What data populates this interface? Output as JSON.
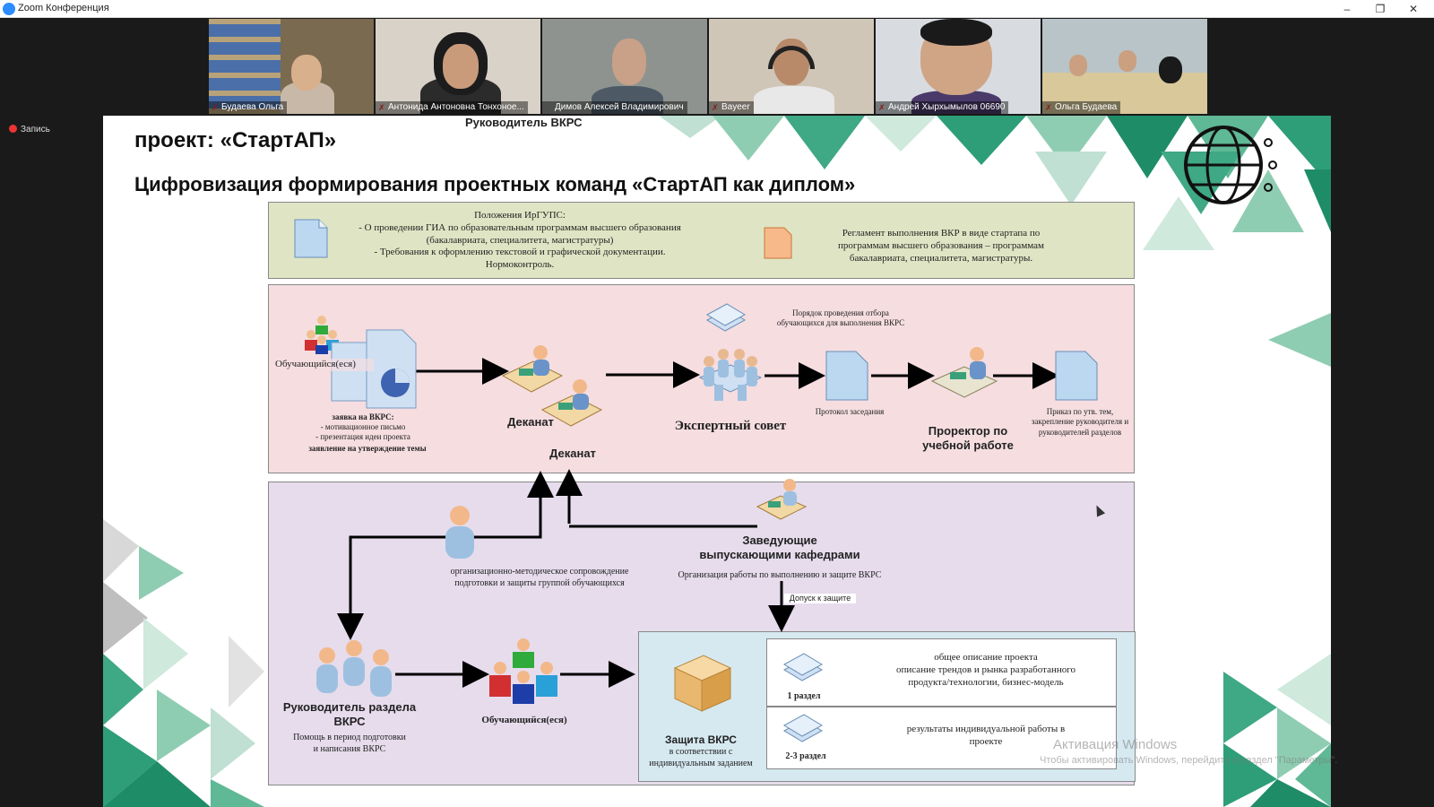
{
  "window": {
    "title": "Zoom Конференция",
    "minimize": "–",
    "restore": "❐",
    "close": "✕"
  },
  "recording": {
    "label": "Запись"
  },
  "participants": [
    {
      "name": "Будаева Ольга",
      "muted": true
    },
    {
      "name": "Антонида Антоновна Тонхоное...",
      "muted": true
    },
    {
      "name": "Димов Алексей Владимирович",
      "muted": false
    },
    {
      "name": "Bayeer",
      "muted": true
    },
    {
      "name": "Андрей Хырхымылов 06690",
      "muted": true
    },
    {
      "name": "Ольга Будаева",
      "muted": true
    }
  ],
  "slide": {
    "title": "проект: «СтартАП»",
    "subtitle": "Цифровизация формирования проектных команд «СтартАП как диплом»",
    "top_left": "Положения ИрГУПС:\n- О проведении ГИА по образовательным программам высшего образования\n(бакалавриата, специалитета, магистратуры)\n- Требования к оформлению текстовой и графической документации.\nНормоконтроль.",
    "top_right": "Регламент выполнения ВКР в виде стартапа по\nпрограммам высшего образования – программам\nбакалавриата, специалитета, магистратуры.",
    "students1": "Обучающийся(еся)",
    "application": "заявка на ВКРС:",
    "app_items": "- мотивационное письмо\n- презентация идеи проекта",
    "app_last": "заявление на утверждение темы",
    "dekanat1": "Деканат",
    "dekanat2": "Деканат",
    "selection_order": "Порядок проведения отбора\nобучающихся для выполнения ВКРС",
    "expert": "Экспертный совет",
    "protocol": "Протокол заседания",
    "prorector": "Проректор по\nучебной работе",
    "order": "Приказ по утв. тем,\nзакрепление руководителя и\nруководителей разделов",
    "supervisor": "Руководитель ВКРС",
    "supervisor_desc": "организационно-методическое сопровождение\nподготовки и защиты группой обучающихся",
    "heads": "Заведующие\nвыпускающими кафедрами",
    "heads_desc": "Организация работы по выполнению и защите ВКРС",
    "admission": "Допуск к защите",
    "section_head": "Руководитель раздела\nВКРС",
    "section_head_desc": "Помощь в период подготовки\nи написания ВКРС",
    "students2": "Обучающийся(еся)",
    "defense": "Защита ВКРС",
    "defense_desc": "в соответствии с\nиндивидуальным заданием",
    "sec1_desc": "общее описание проекта\nописание трендов и рынка разработанного\nпродукта/технологии, бизнес-модель",
    "sec1": "1 раздел",
    "sec23_desc": "результаты индивидуальной работы в\nпроекте",
    "sec23": "2-3 раздел"
  },
  "watermark": {
    "line1": "Активация Windows",
    "line2": "Чтобы активировать Windows, перейдите в раздел \"Параметры\"."
  },
  "colors": {
    "green": "#2e9e78",
    "pink": "#f5dde0",
    "lavender": "#e6dcec",
    "olive": "#dfe5c4",
    "blue_box": "#d6e9f1"
  }
}
